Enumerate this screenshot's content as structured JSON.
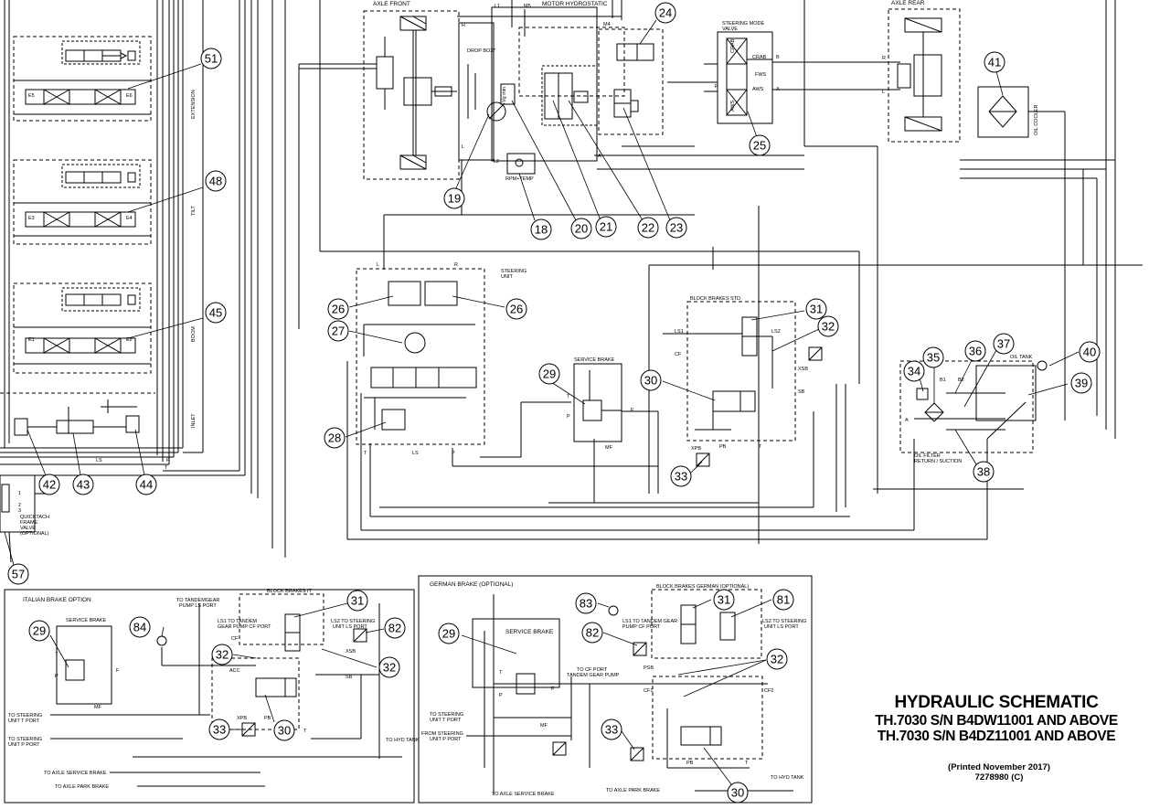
{
  "title": {
    "line1": "HYDRAULIC SCHEMATIC",
    "line2": "TH.7030 S/N B4DW11001 AND ABOVE",
    "line3": "TH.7030 S/N B4DZ11001 AND ABOVE",
    "printed": "(Printed November 2017)",
    "part_no": "7278980 (C)"
  },
  "section_labels": {
    "axle_front": "AXLE FRONT",
    "motor_hydrostatic": "MOTOR HYDROSTATIC",
    "drop_box": "DROP BOX*",
    "rpm_temp": "RPM+TEMP",
    "steering_mode_valve_1": "STEERING MODE",
    "steering_mode_valve_2": "VALVE",
    "axle_rear": "AXLE REAR",
    "oil_cooler": "OIL COOLER",
    "steering_unit_1": "STEERING",
    "steering_unit_2": "UNIT",
    "block_brakes_std": "BLOCK BRAKES STD",
    "service_brake": "SERVICE BRAKE",
    "oil_tank": "OIL TANK",
    "oil_filter_1": "OIL FILTER",
    "oil_filter_2": "RETURN / SUCTION",
    "extension": "EXTENSION",
    "tilt": "TILT",
    "boom": "BOOM",
    "inlet": "INLET",
    "quicktach_1": "QUICKTACH",
    "quicktach_2": "FRAME",
    "quicktach_3": "VALVE",
    "quicktach_4": "(OPTIONAL)",
    "italian_brake": "ITALIAN BRAKE OPTION",
    "german_brake": "GERMAN BRAKE (OPTIONAL)",
    "block_brakes_it": "BLOCK BRAKES IT",
    "block_brakes_german": "BLOCK BRAKES GERMAN (OPTIONAL)",
    "service_brake_it": "SERVICE BRAKE",
    "service_brake_de": "SERVICE BRAKE"
  },
  "port_labels": {
    "crab": "CRAB",
    "fws": "FWS",
    "aws": "AWS",
    "crab_v": "CRAB",
    "aws_v": "AWS",
    "b": "B",
    "a": "A",
    "r": "R",
    "l": "L",
    "p": "P",
    "t": "T",
    "ls": "LS",
    "l1": "L1",
    "l2": "L2",
    "m4": "M4",
    "m5": "M5",
    "ls1": "LS1",
    "ls2": "LS2",
    "cf": "CF",
    "xsb": "XSB",
    "sb": "SB",
    "xpb": "XPB",
    "pb": "PB",
    "mf": "MF",
    "f": "F",
    "b1": "B1",
    "b2": "B2",
    "e1": "E1",
    "e2": "E2",
    "e3": "E3",
    "e4": "E4",
    "e5": "E5",
    "e6": "E6",
    "acc": "ACC",
    "psb": "PSB",
    "cf1": "CF1",
    "cf2": "CF2",
    "vg_min": "Vg min",
    "one": "1",
    "two": "2",
    "three": "3"
  },
  "annotations": {
    "it_tandem": "TO TANDEMGEAR",
    "it_tandem2": "PUMP LS PORT",
    "it_ls1": "LS1 TO TANDEM",
    "it_ls1b": "GEAR PUMP CF PORT",
    "it_ls2": "LS2 TO STEERING",
    "it_ls2b": "UNIT LS PORT",
    "it_steer_t": "TO STEERING",
    "it_steer_t2": "UNIT T PORT",
    "it_steer_p": "TO STEERING",
    "it_steer_p2": "UNIT P PORT",
    "it_axle_service": "TO AXLE SERVICE BRAKE",
    "it_axle_park": "TO AXLE PARK BRAKE",
    "it_hyd_tank": "TO HYD TANK",
    "de_ls1": "LS1 TO TANDEM GEAR",
    "de_ls1b": "PUMP CF PORT",
    "de_ls2": "LS2 TO STEERING",
    "de_ls2b": "UNIT LS PORT",
    "de_cf": "TO CF PORT",
    "de_cf2": "TANDEM GEAR PUMP",
    "de_steer_t": "TO STEERING",
    "de_steer_t2": "UNIT T PORT",
    "de_steer_p": "FROM STEERING",
    "de_steer_p2": "UNIT P PORT",
    "de_axle_service": "TO AXLE SERVICE BRAKE",
    "de_axle_park": "TO AXLE PARK BRAKE",
    "de_hyd_tank": "TO HYD TANK"
  },
  "callouts": [
    "51",
    "48",
    "45",
    "42",
    "43",
    "44",
    "57",
    "24",
    "19",
    "18",
    "20",
    "21",
    "22",
    "23",
    "25",
    "41",
    "26",
    "26",
    "27",
    "28",
    "29",
    "30",
    "31",
    "32",
    "33",
    "34",
    "35",
    "36",
    "37",
    "38",
    "39",
    "40",
    "29",
    "31",
    "32",
    "32",
    "33",
    "30",
    "82",
    "84",
    "83",
    "82",
    "31",
    "81",
    "29",
    "32",
    "33",
    "30"
  ]
}
